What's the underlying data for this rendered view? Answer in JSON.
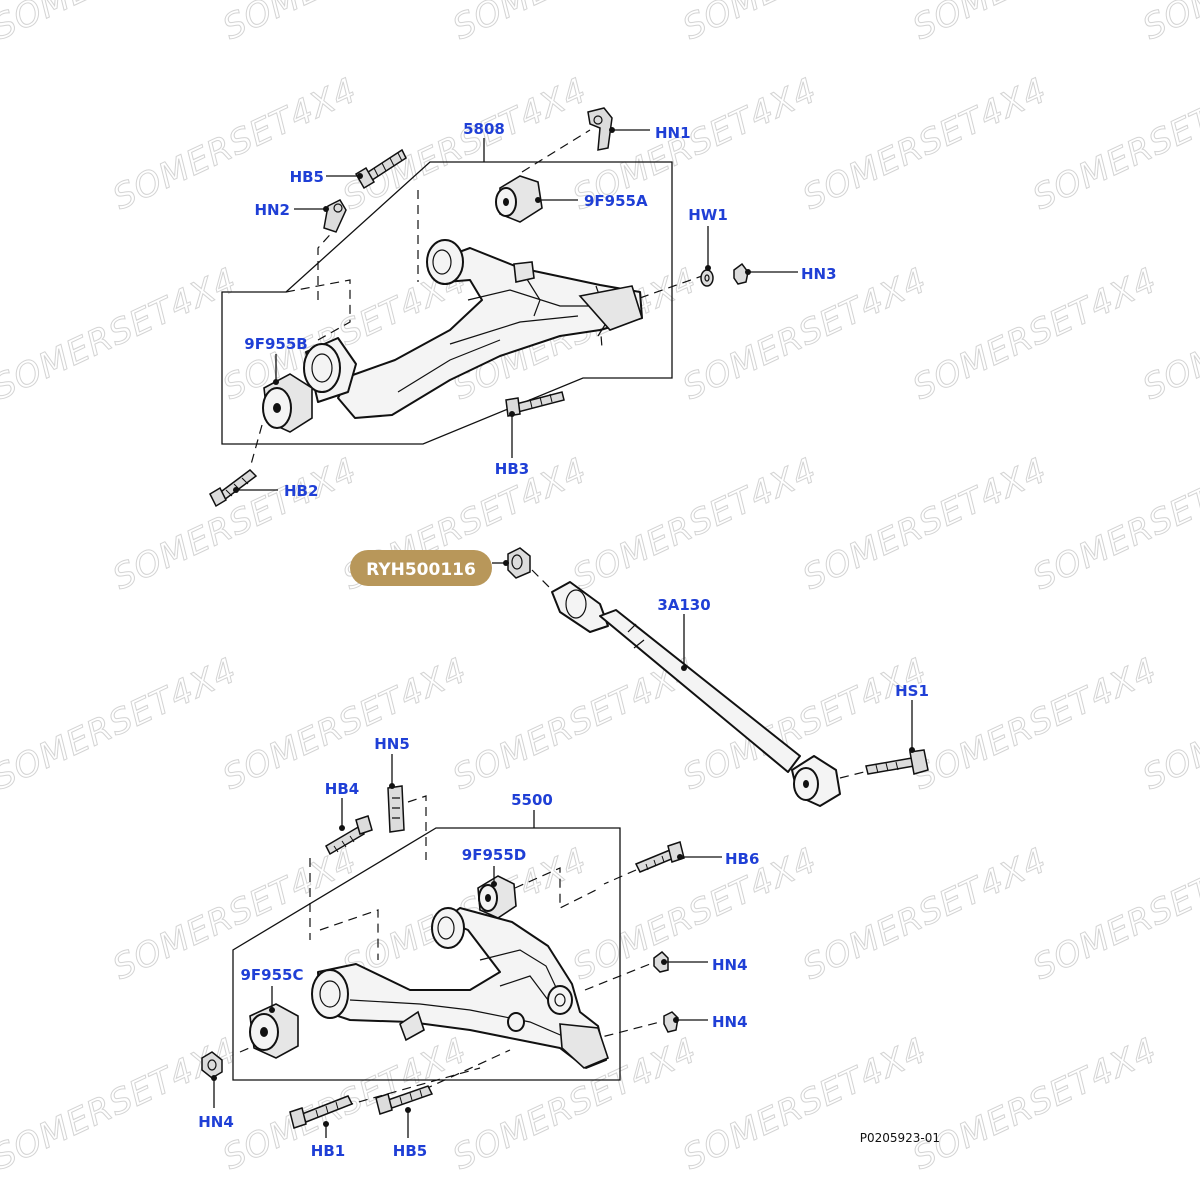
{
  "watermark": "SOMERSET4X4",
  "highlight": {
    "label": "RYH500116",
    "color": "#b8975a"
  },
  "callout_color": "#1f3fd6",
  "callouts": {
    "hn1": "HN1",
    "n5808": "5808",
    "hb5_top": "HB5",
    "n9f955a": "9F955A",
    "hn2": "HN2",
    "hw1": "HW1",
    "hn3": "HN3",
    "n9f955b": "9F955B",
    "hb3": "HB3",
    "hb2": "HB2",
    "n3a130": "3A130",
    "hs1": "HS1",
    "hn5": "HN5",
    "hb4": "HB4",
    "n5500": "5500",
    "n9f955d": "9F955D",
    "hb6": "HB6",
    "hn4_right1": "HN4",
    "n9f955c": "9F955C",
    "hn4_right2": "HN4",
    "hn4_left": "HN4",
    "hb1": "HB1",
    "hb5_bottom": "HB5"
  },
  "part_number": "P0205923-01"
}
